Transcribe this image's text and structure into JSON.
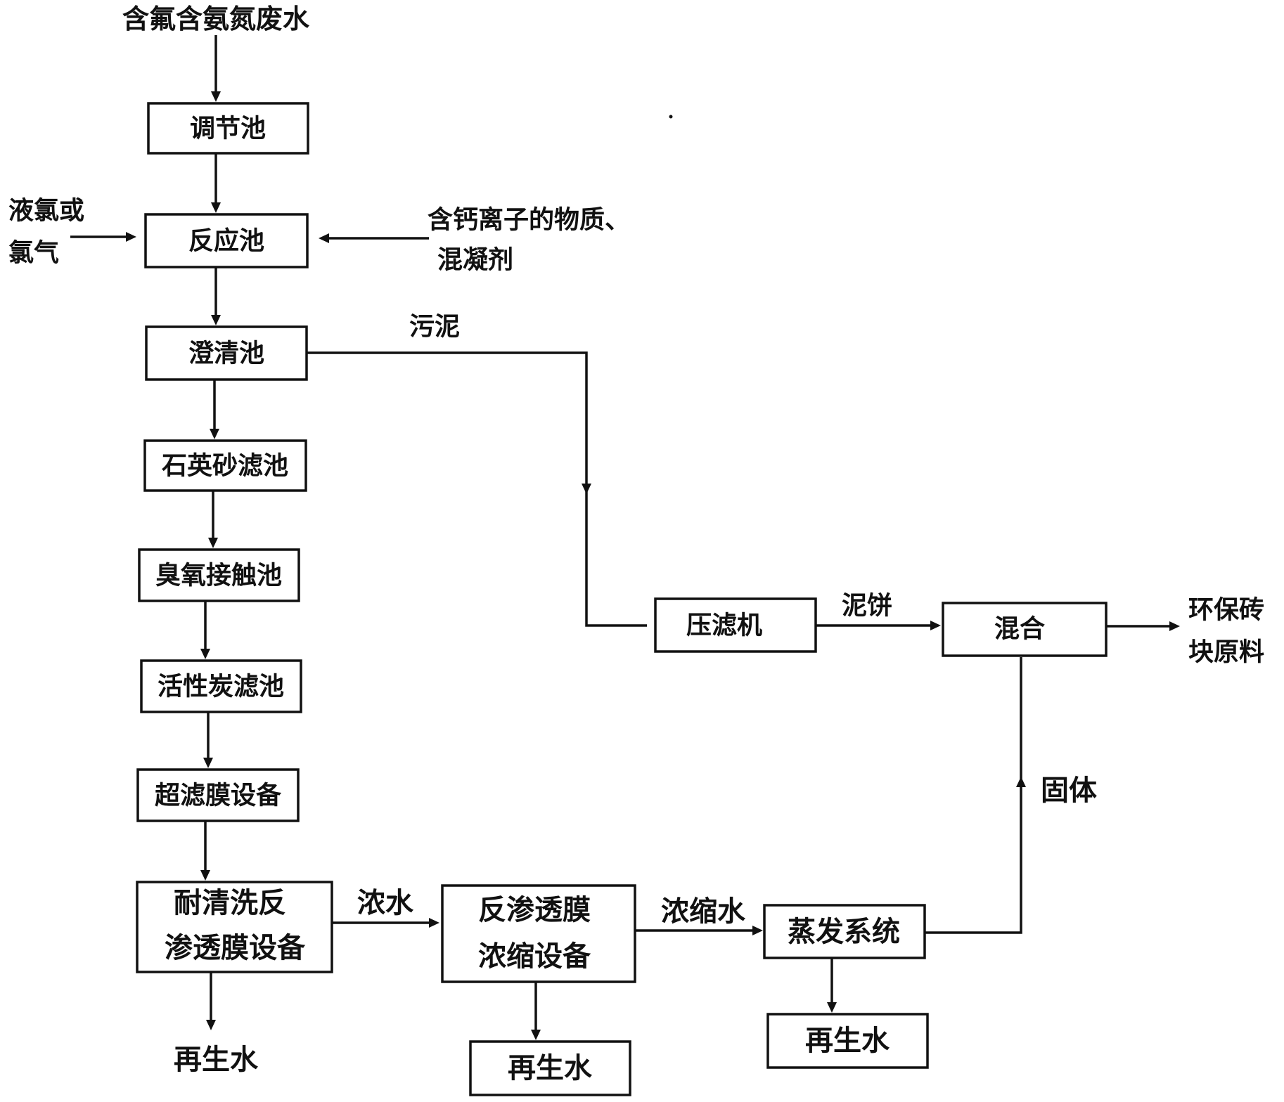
{
  "diagram": {
    "input": "含氟含氨氮废水",
    "boxes": {
      "tiaojie": "调节池",
      "fanying": "反应池",
      "chengqing": "澄清池",
      "shiying": "石英砂滤池",
      "chouyang": "臭氧接触池",
      "huoxingtan": "活性炭滤池",
      "chaolv": "超滤膜设备",
      "naiqingxi": [
        "耐清洗反",
        "渗透膜设备"
      ],
      "fanshentou": [
        "反渗透膜",
        "浓缩设备"
      ],
      "zhengfa": "蒸发系统",
      "yalv": "压滤机",
      "hunhe": "混合",
      "zaisheng_2": "再生水",
      "zaisheng_3": "再生水"
    },
    "side_inputs": {
      "left": [
        "液氯或",
        "氯气"
      ],
      "right": [
        "含钙离子的物质、",
        "混凝剂"
      ]
    },
    "edge_labels": {
      "sludge": "污泥",
      "mud_cake": "泥饼",
      "concentrate": "浓水",
      "concentrated_water": "浓缩水",
      "solid": "固体"
    },
    "outputs": {
      "reclaimed_1": "再生水",
      "final": [
        "环保砖",
        "块原料"
      ]
    }
  }
}
